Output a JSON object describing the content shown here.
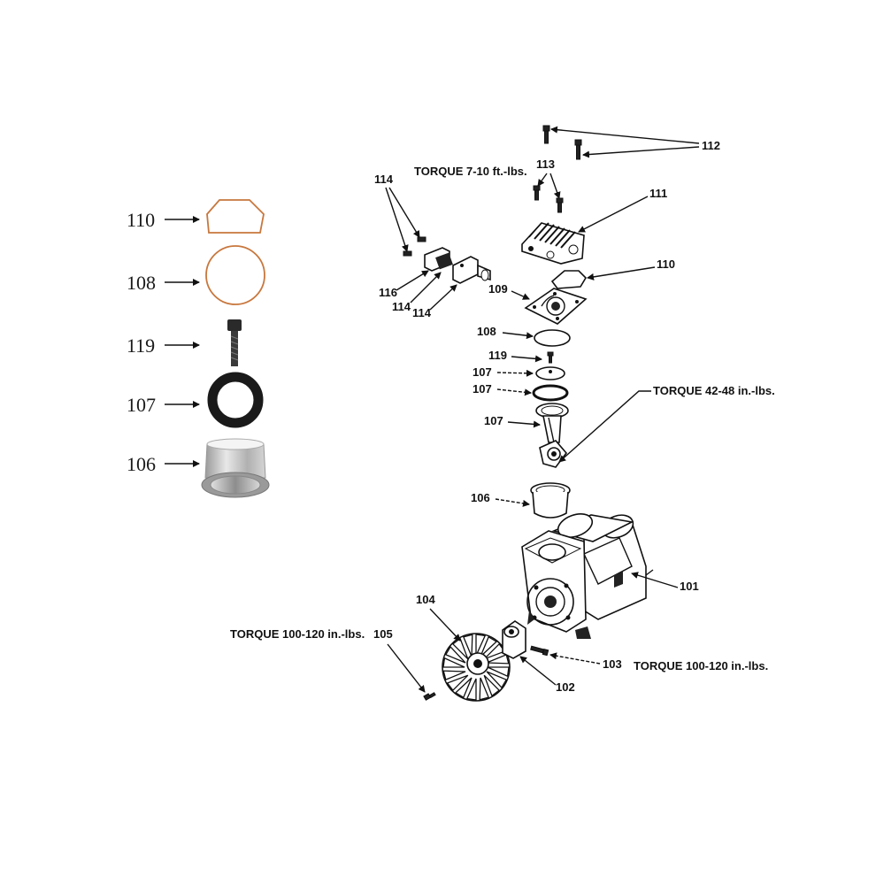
{
  "inset_labels": [
    "110",
    "108",
    "119",
    "107",
    "106"
  ],
  "callouts": {
    "c112": "112",
    "c113": "113",
    "c114a": "114",
    "c111": "111",
    "c110": "110",
    "c116": "116",
    "c114b": "114",
    "c114c": "114",
    "c109": "109",
    "c108": "108",
    "c119": "119",
    "c107a": "107",
    "c107b": "107",
    "c107c": "107",
    "c106": "106",
    "c101": "101",
    "c104": "104",
    "c105": "105",
    "c103": "103",
    "c102": "102"
  },
  "torque": {
    "t1": "TORQUE  7-10 ft.-lbs.",
    "t2": "TORQUE  42-48 in.-lbs.",
    "t3": "TORQUE  100-120 in.-lbs.",
    "t4": "TORQUE  100-120 in.-lbs."
  },
  "colors": {
    "gasket_orange": "#c8773d",
    "ink": "#111111",
    "metal": "#b8b8b8"
  }
}
